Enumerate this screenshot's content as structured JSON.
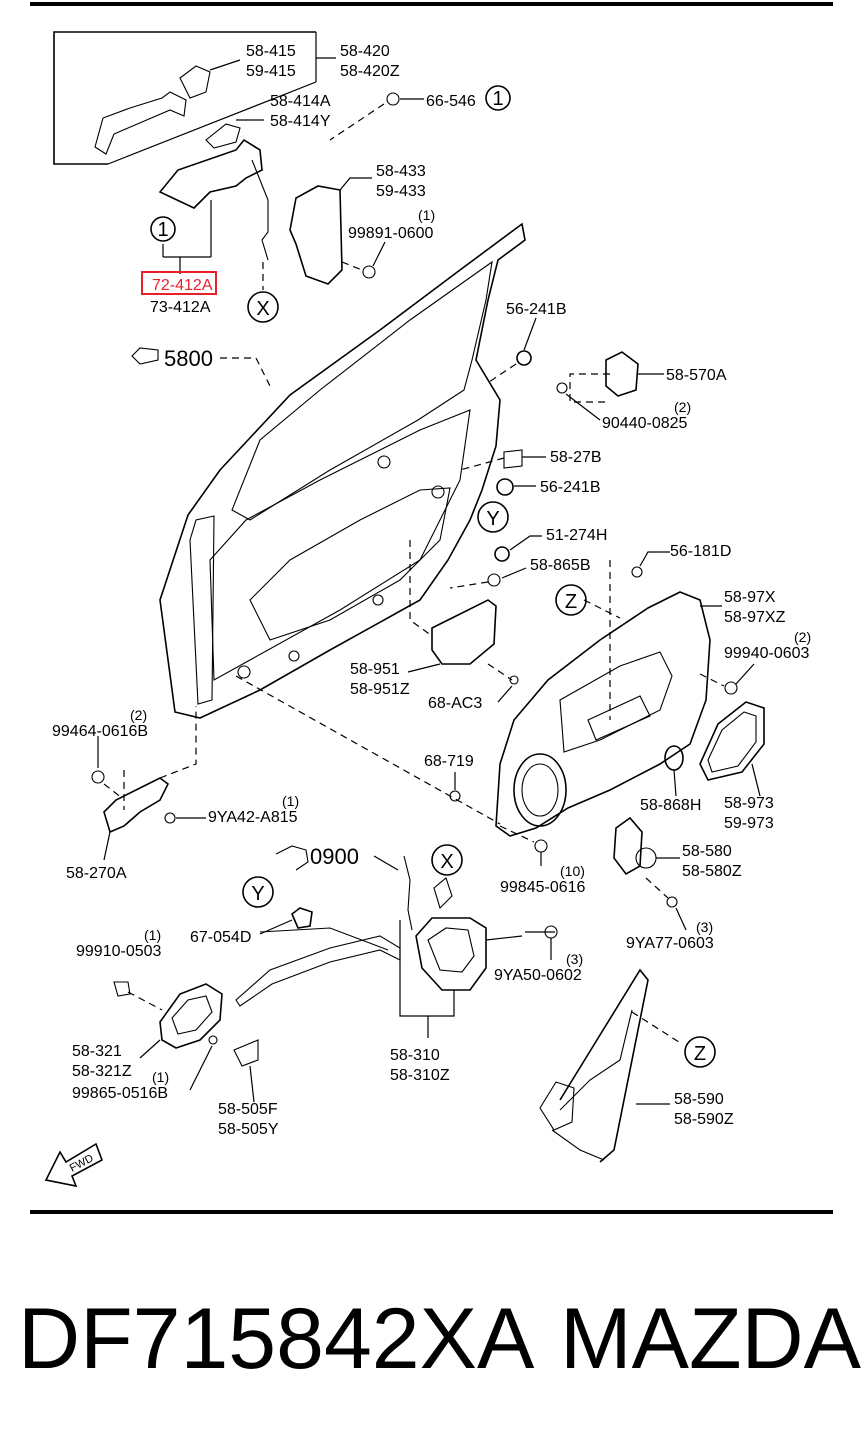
{
  "highlight_color": "#e8202a",
  "labels": {
    "l_58_415": "58-415",
    "l_59_415": "59-415",
    "l_58_420": "58-420",
    "l_58_420z": "58-420Z",
    "l_58_414a": "58-414A",
    "l_58_414y": "58-414Y",
    "l_66_546": "66-546",
    "l_58_433": "58-433",
    "l_59_433": "59-433",
    "l_99891": "99891-0600",
    "l_72_412a": "72-412A",
    "l_73_412a": "73-412A",
    "l_5800": "5800",
    "l_56_241b_a": "56-241B",
    "l_58_570a": "58-570A",
    "l_90440": "90440-0825",
    "l_58_27b": "58-27B",
    "l_56_241b_b": "56-241B",
    "l_51_274h": "51-274H",
    "l_58_865b": "58-865B",
    "l_56_181d": "56-181D",
    "l_58_97x": "58-97X",
    "l_58_97xz": "58-97XZ",
    "l_99940": "99940-0603",
    "l_58_951": "58-951",
    "l_58_951z": "58-951Z",
    "l_68_ac3": "68-AC3",
    "l_99464": "99464-0616B",
    "l_68_719": "68-719",
    "l_9ya42": "9YA42-A815",
    "l_58_270a": "58-270A",
    "l_58_868h": "58-868H",
    "l_58_973": "58-973",
    "l_59_973": "59-973",
    "l_58_580": "58-580",
    "l_58_580z": "58-580Z",
    "l_99845": "99845-0616",
    "l_0900": "0900",
    "l_67_054d": "67-054D",
    "l_99910": "99910-0503",
    "l_9ya77": "9YA77-0603",
    "l_9ya50": "9YA50-0602",
    "l_58_321": "58-321",
    "l_58_321z": "58-321Z",
    "l_99865": "99865-0516B",
    "l_58_505f": "58-505F",
    "l_58_505y": "58-505Y",
    "l_58_310": "58-310",
    "l_58_310z": "58-310Z",
    "l_58_590": "58-590",
    "l_58_590z": "58-590Z",
    "fwd": "FWD"
  },
  "quantities": {
    "q_99891": "(1)",
    "q_90440": "(2)",
    "q_99940": "(2)",
    "q_99464": "(2)",
    "q_9ya42": "(1)",
    "q_99845": "(10)",
    "q_99910": "(1)",
    "q_9ya77": "(3)",
    "q_9ya50": "(3)",
    "q_99865": "(1)"
  },
  "callouts": {
    "c1_a": "1",
    "c1_b": "1",
    "x_a": "X",
    "x_b": "X",
    "y_a": "Y",
    "y_b": "Y",
    "z_a": "Z",
    "z_b": "Z"
  },
  "footer": {
    "part_number": "DF715842XA",
    "brand": "MAZDA"
  }
}
